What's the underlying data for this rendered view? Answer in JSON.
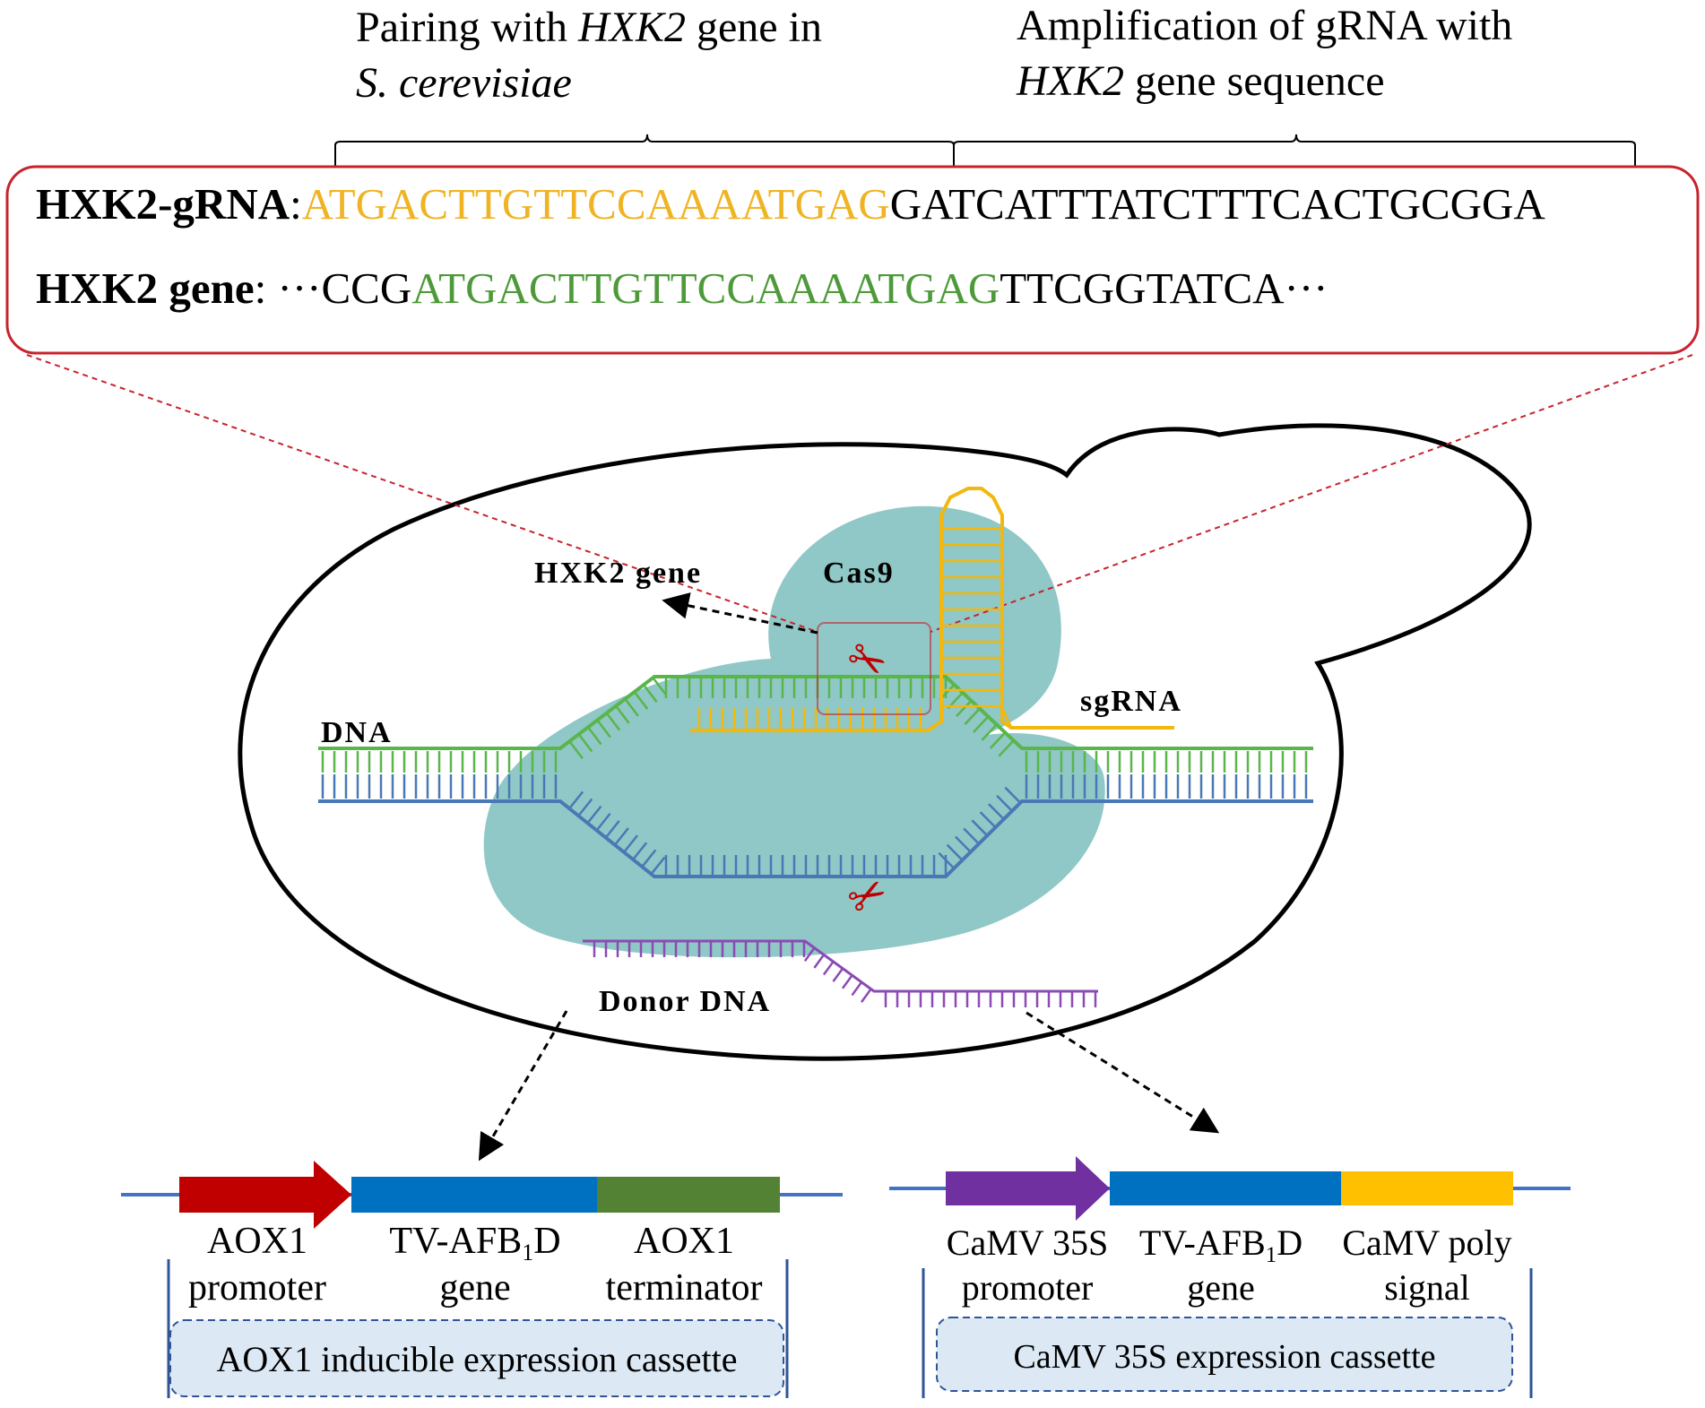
{
  "header": {
    "left_label_line1_pre": "Pairing with ",
    "left_label_line1_ital": "HXK2",
    "left_label_line1_post": " gene in",
    "left_label_line2_ital": "S. cerevisiae",
    "right_label_line1": "Amplification of gRNA with",
    "right_label_line2_ital": "HXK2",
    "right_label_line2_post": " gene sequence"
  },
  "sequence_box": {
    "grna_label": "HXK2-gRNA",
    "grna_colon": ":",
    "grna_match": "ATGACTTGTTCCAAAATGAG",
    "grna_rest": "GATCATTTATCTTTCACTGCGGA",
    "gene_label": "HXK2 gene",
    "gene_colon": ":",
    "gene_prefix": " ···CCG",
    "gene_match": "ATGACTTGTTCCAAAATGAG",
    "gene_suffix": "TTCGGTATCA···"
  },
  "cell": {
    "hxk2_gene_label": "HXK2 gene",
    "cas9_label": "Cas9",
    "sgrna_label": "sgRNA",
    "dna_label": "DNA",
    "donor_label": "Donor DNA"
  },
  "cassette_left": {
    "promoter_line1": "AOX1",
    "promoter_line2": "promoter",
    "gene_line1_pre": "TV-AFB",
    "gene_line1_sub": "1",
    "gene_line1_post": "D",
    "gene_line2": "gene",
    "terminator_line1": "AOX1",
    "terminator_line2": "terminator",
    "box_label": "AOX1 inducible expression cassette"
  },
  "cassette_right": {
    "promoter_line1": "CaMV 35S",
    "promoter_line2": "promoter",
    "gene_line1_pre": "TV-AFB",
    "gene_line1_sub": "1",
    "gene_line1_post": "D",
    "gene_line2": "gene",
    "signal_line1": "CaMV poly",
    "signal_line2": "signal",
    "box_label": "CaMV 35S expression cassette"
  },
  "colors": {
    "orange_seq": "#f0b323",
    "green_seq": "#4e9a3a",
    "red_box": "#c8232c",
    "cas9_fill": "#8fc8c6",
    "dna_green": "#5ab54b",
    "dna_blue": "#4a78b5",
    "sgrna": "#f2b80f",
    "donor": "#8a4bb3",
    "aox1_promoter": "#c00000",
    "gene_blue": "#0070c0",
    "aox1_terminator": "#548235",
    "camv_promoter": "#7030a0",
    "camv_signal": "#ffc000",
    "cassette_box_fill": "#dce9f5"
  }
}
